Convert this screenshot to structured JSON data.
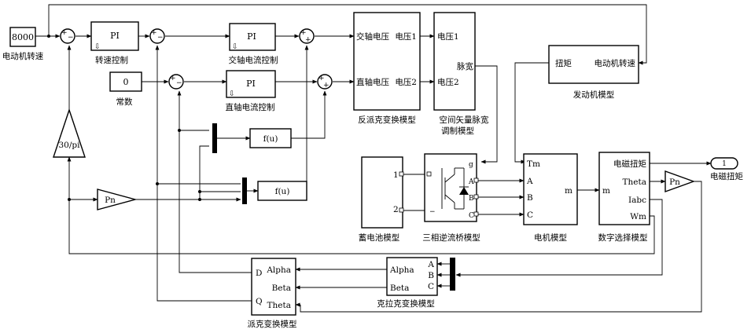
{
  "blocks": {
    "speed_ref": {
      "value": "8000",
      "label": "电动机转速"
    },
    "speed_ctrl": {
      "text": "PI",
      "label": "转速控制"
    },
    "q_ctrl": {
      "text": "PI",
      "label": "交轴电流控制"
    },
    "const_zero": {
      "value": "0",
      "label": "常数"
    },
    "d_ctrl": {
      "text": "PI",
      "label": "直轴电流控制"
    },
    "fu1": {
      "text": "f(u)"
    },
    "fu2": {
      "text": "f(u)"
    },
    "gain_30pi": {
      "text": "30/pi"
    },
    "gain_pn1": {
      "text": "Pn"
    },
    "inv_park": {
      "label": "反派克变换模型",
      "in1": "交轴电压",
      "in2": "直轴电压",
      "out1": "电压1",
      "out2": "电压2"
    },
    "svpwm": {
      "label1": "空间矢量脉宽",
      "label2": "调制模型",
      "in1": "电压1",
      "in2": "电压2",
      "out1": "脉宽"
    },
    "engine": {
      "label": "发动机模型",
      "in1": "扭矩",
      "out1": "电动机转速"
    },
    "battery": {
      "label": "蓄电池模型",
      "p1": "1",
      "p2": "2"
    },
    "inverter": {
      "label": "三相逆流桥模型",
      "g": "g",
      "a": "A",
      "b": "B",
      "c": "C",
      "minus": "−"
    },
    "motor": {
      "label": "电机模型",
      "tm": "Tm",
      "a": "A",
      "b": "B",
      "c": "C",
      "m": "m"
    },
    "selector": {
      "label": "数字选择模型",
      "in_m": "m",
      "o1": "电磁扭矩",
      "o2": "Theta",
      "o3": "Iabc",
      "o4": "Wm"
    },
    "gain_pn2": {
      "text": "Pn"
    },
    "out_port": {
      "value": "1",
      "label": "电磁扭矩"
    },
    "clarke": {
      "label": "克拉克变换模型",
      "a": "A",
      "b": "B",
      "c": "C",
      "alpha": "Alpha",
      "beta": "Beta"
    },
    "park": {
      "label": "派克变换模型",
      "d": "D",
      "q": "Q",
      "alpha": "Alpha",
      "beta": "Beta",
      "theta": "Theta"
    }
  },
  "sum_signs": {
    "plus": "+",
    "minus": "−"
  }
}
